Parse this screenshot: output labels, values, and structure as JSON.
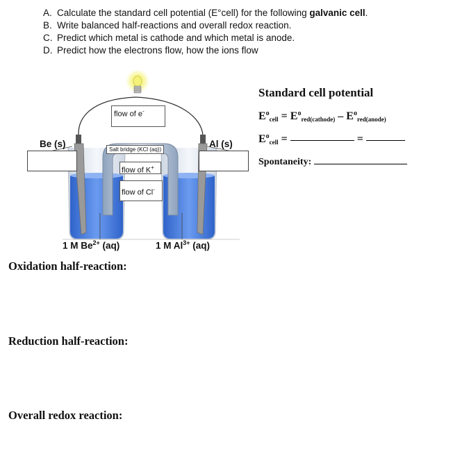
{
  "instructions": [
    {
      "letter": "A.",
      "text": "Calculate the standard cell potential (E°cell) for the following ",
      "bold": "galvanic cell",
      "end": "."
    },
    {
      "letter": "B.",
      "text": "Write balanced half-reactions and overall redox reaction.",
      "bold": "",
      "end": ""
    },
    {
      "letter": "C.",
      "text": "Predict which metal is cathode and which metal is anode.",
      "bold": "",
      "end": ""
    },
    {
      "letter": "D.",
      "text": "Predict how the electrons flow, how the ions flow",
      "bold": "",
      "end": ""
    }
  ],
  "diagram": {
    "flow_electrons": "flow of e",
    "electron_sup": "-",
    "salt_bridge": "Salt bridge (KCl (aq))",
    "flow_k": "flow of K",
    "k_sup": "+",
    "flow_cl": "flow of Cl",
    "cl_sup": "-",
    "left_metal": "Be (s)",
    "right_metal": "Al (s)",
    "left_solution": "1 M Be",
    "left_charge": "2+",
    "left_suffix": " (aq)",
    "right_solution": "1 M Al",
    "right_charge": "3+",
    "right_suffix": " (aq)"
  },
  "right_panel": {
    "title": "Standard cell potential",
    "e": "E",
    "degree": "o",
    "cell_sub": "cell",
    "equals": "=",
    "cathode_sub": "red(cathode)",
    "minus": "–",
    "anode_sub": "red(anode)",
    "spontaneity": "Spontaneity:"
  },
  "sections": {
    "oxidation": "Oxidation half-reaction:",
    "reduction": "Reduction half-reaction:",
    "overall": "Overall redox reaction:"
  },
  "colors": {
    "solution_blue": "#3d74d8",
    "glass": "#e6ecf4",
    "electrode": "#9a9a9a",
    "bulb": "#f4f27a"
  }
}
